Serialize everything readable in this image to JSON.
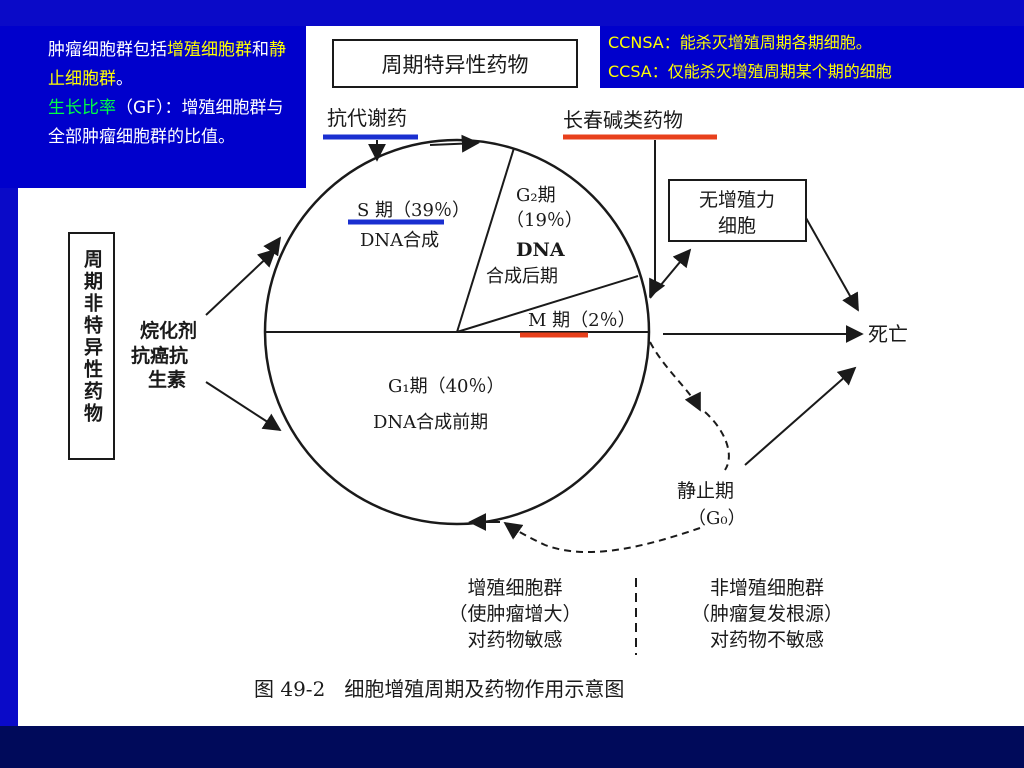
{
  "note_left": {
    "line1a": "肿瘤细胞群包括",
    "line1b": "增殖细胞群",
    "line1c": "和",
    "line1d": "静止细胞群",
    "line1e": "。",
    "gf_term": "生长比率",
    "gf_rest": "（GF）：增殖细胞群与全部肿瘤细胞群的比值。"
  },
  "note_right": {
    "ccnsa": "CCNSA：能杀灭增殖周期各期细胞。",
    "ccsa": "CCSA：仅能杀灭增殖周期某个期的细胞"
  },
  "diagram": {
    "specific_box": "周期特异性药物",
    "nonspecific_box": "周期非特异性药物",
    "antimetabolite": "抗代谢药",
    "vinca": "长春碱类药物",
    "s_phase": "S 期（39％）",
    "s_desc": "DNA合成",
    "g2_phase": "G₂期",
    "g2_pct": "（19％）",
    "g2_desc1": "DNA",
    "g2_desc2": "合成后期",
    "m_phase": "M 期（2％）",
    "g1_phase": "G₁期（40％）",
    "g1_desc": "DNA合成前期",
    "alkyl1": "烷化剂",
    "alkyl2": "抗癌抗",
    "alkyl3": "生素",
    "nonprolif_box1": "无增殖力",
    "nonprolif_box2": "细胞",
    "death": "死亡",
    "g0_1": "静止期",
    "g0_2": "（G₀）",
    "prolif_group": "增殖细胞群",
    "prolif_effect": "（使肿瘤增大）",
    "prolif_sens": "对药物敏感",
    "nonprolif_group": "非增殖细胞群",
    "nonprolif_effect": "（肿瘤复发根源）",
    "nonprolif_sens": "对药物不敏感",
    "caption": "图 49-2   细胞增殖周期及药物作用示意图"
  },
  "colors": {
    "band_blue": "#0a0ac8",
    "note_bg": "#0000cc",
    "highlight_yellow": "#ffff00",
    "highlight_green": "#00ff44",
    "underline_blue": "#1a2fd0",
    "underline_red": "#e8401c"
  }
}
